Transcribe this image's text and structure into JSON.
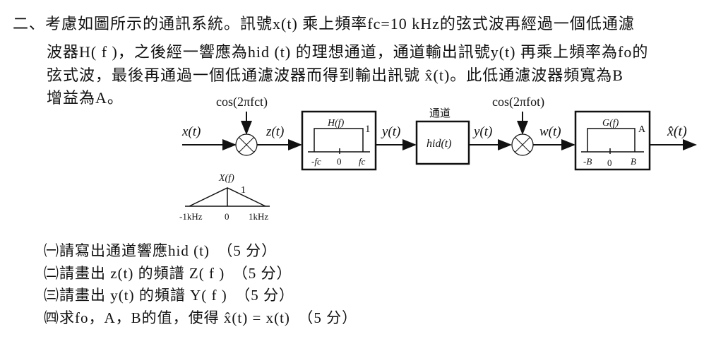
{
  "problem": {
    "lines": [
      "二、考慮如圖所示的通訊系統。訊號x(t) 乘上頻率fc=10 kHz的弦式波再經過一個低通濾",
      "波器H( f )，之後經一響應為hid (t) 的理想通道，通道輸出訊號y(t) 再乘上頻率為fo的",
      "弦式波，最後再通過一個低通濾波器而得到輸出訊號 x̂(t)。此低通濾波器頻寬為B",
      "增益為A。"
    ]
  },
  "diagram": {
    "input_label": "x(t)",
    "carrier1_label": "cos(2πfct)",
    "z_label": "z(t)",
    "filter1": {
      "title": "H(f)",
      "gain": "1",
      "ticks": [
        "-fc",
        "0",
        "fc"
      ]
    },
    "y_label_1": "y(t)",
    "channel": {
      "title": "通道",
      "label": "hid(t)"
    },
    "y_label_2": "y(t)",
    "carrier2_label": "cos(2πfot)",
    "w_label": "w(t)",
    "filter2": {
      "title": "G(f)",
      "gain": "A",
      "ticks": [
        "-B",
        "0",
        "B"
      ]
    },
    "output_label": "x̂(t)",
    "spectrum": {
      "title": "X(f)",
      "peak": "1",
      "ticks": [
        "-1kHz",
        "0",
        "1kHz"
      ]
    }
  },
  "questions": [
    "㈠請寫出通道響應hid (t)　（5 分）",
    "㈡請畫出 z(t) 的頻譜 Z( f )　（5 分）",
    "㈢請畫出 y(t) 的頻譜 Y( f )　（5 分）",
    "㈣求fo，A，B的值，使得 x̂(t) = x(t)　（5 分）"
  ]
}
